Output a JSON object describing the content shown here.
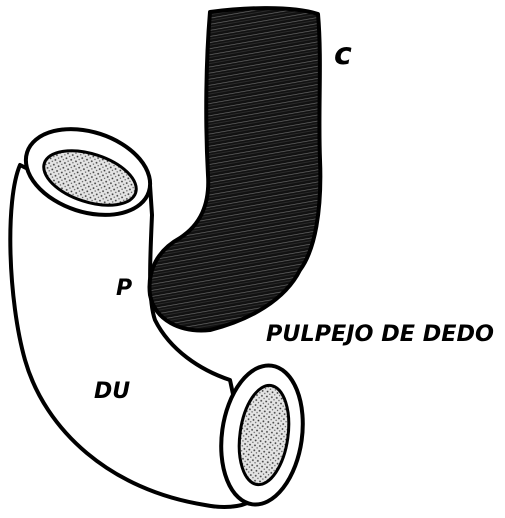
{
  "labels": {
    "c": "c",
    "p": "P",
    "du": "DU",
    "pulpejo": "PULPEJO DE DEDO"
  },
  "colors": {
    "ink": "#000000",
    "paper": "#ffffff",
    "lumen": "#dcdcdc",
    "finger_texture": "#5a5a5a"
  }
}
